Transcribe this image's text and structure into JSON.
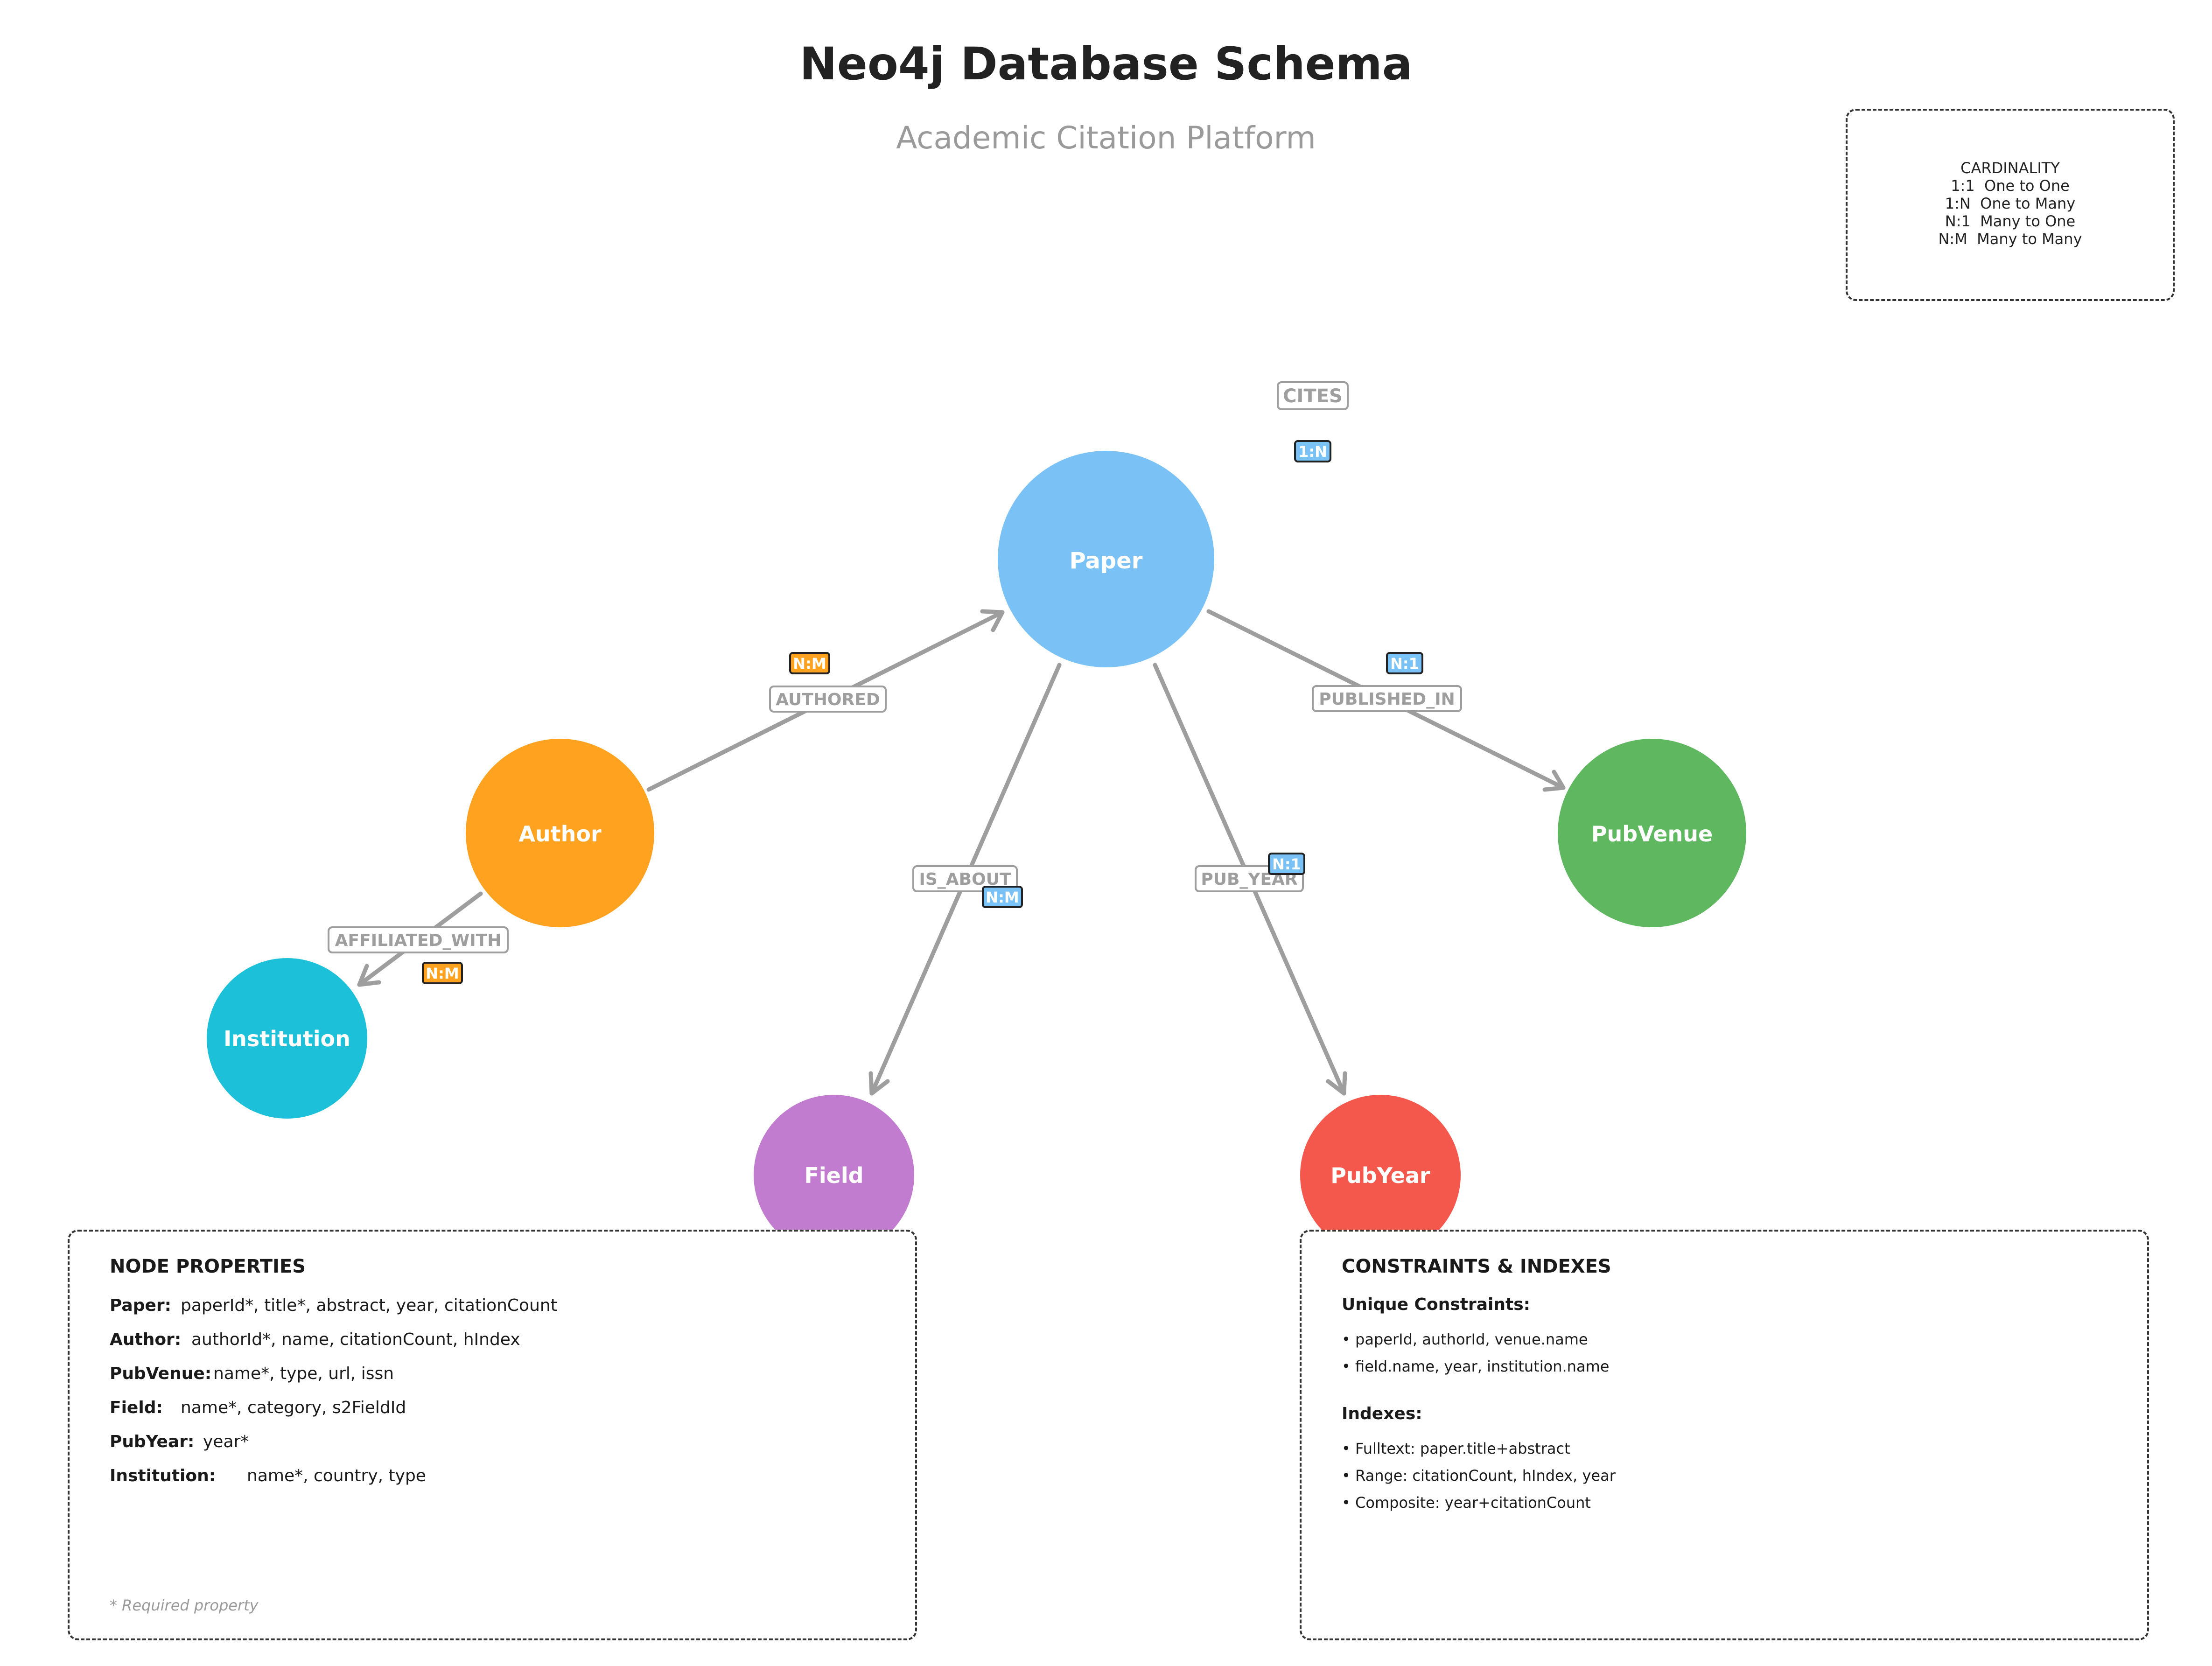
{
  "header": {
    "title": "Neo4j Database Schema",
    "subtitle": "Academic Citation Platform"
  },
  "legend": {
    "heading": "CARDINALITY",
    "rows": [
      "1:1  One to One",
      "1:N  One to Many",
      "N:1  Many to One",
      "N:M  Many to Many"
    ]
  },
  "nodes": {
    "paper": {
      "label": "Paper",
      "color": "#7ac2f6"
    },
    "author": {
      "label": "Author",
      "color": "#ffa220"
    },
    "pubvenue": {
      "label": "PubVenue",
      "color": "#5fb860"
    },
    "institution": {
      "label": "Institution",
      "color": "#1cc1d9"
    },
    "field": {
      "label": "Field",
      "color": "#c17bcf"
    },
    "pubyear": {
      "label": "PubYear",
      "color": "#f4574b"
    }
  },
  "relationships": {
    "cites": {
      "label": "CITES",
      "cardinality": "1:N",
      "color": "#7ac2f6"
    },
    "authored": {
      "label": "AUTHORED",
      "cardinality": "N:M",
      "color": "#ffa220"
    },
    "published_in": {
      "label": "PUBLISHED_IN",
      "cardinality": "N:1",
      "color": "#7ac2f6"
    },
    "is_about": {
      "label": "IS_ABOUT",
      "cardinality": "N:M",
      "color": "#7ac2f6"
    },
    "pub_year": {
      "label": "PUB_YEAR",
      "cardinality": "N:1",
      "color": "#7ac2f6"
    },
    "affiliated_with": {
      "label": "AFFILIATED_WITH",
      "cardinality": "N:M",
      "color": "#ffa220"
    }
  },
  "node_properties": {
    "heading": "NODE PROPERTIES",
    "items": [
      {
        "key": "Paper:",
        "value": "paperId*, title*, abstract, year, citationCount"
      },
      {
        "key": "Author:",
        "value": "authorId*, name, citationCount, hIndex"
      },
      {
        "key": "PubVenue:",
        "value": "name*, type, url, issn"
      },
      {
        "key": "Field:",
        "value": "name*, category, s2FieldId"
      },
      {
        "key": "PubYear:",
        "value": "year*"
      },
      {
        "key": "Institution:",
        "value": "name*, country, type"
      }
    ],
    "note": "* Required property"
  },
  "constraints": {
    "heading": "CONSTRAINTS & INDEXES",
    "unique_heading": "Unique Constraints:",
    "unique_items": [
      "• paperId, authorId, venue.name",
      "• field.name, year, institution.name"
    ],
    "index_heading": "Indexes:",
    "index_items": [
      "• Fulltext: paper.title+abstract",
      "• Range: citationCount, hIndex, year",
      "• Composite: year+citationCount"
    ]
  }
}
